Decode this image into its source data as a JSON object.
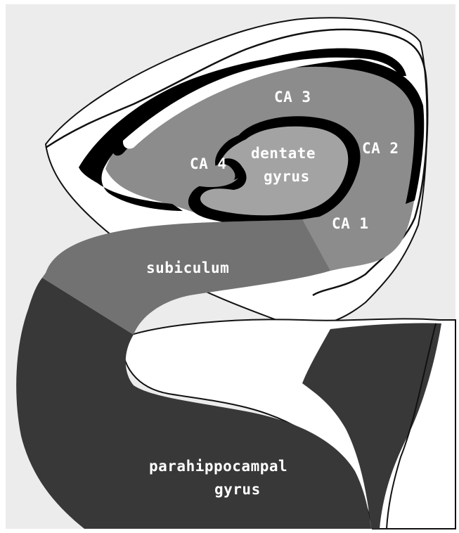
{
  "labels": {
    "ca3": "CA 3",
    "ca2": "CA 2",
    "ca4": "CA 4",
    "dentate_line1": "dentate",
    "dentate_line2": "gyrus",
    "ca1": "CA 1",
    "subiculum": "subiculum",
    "parahippocampal_line1": "parahippocampal",
    "parahippocampal_line2": "gyrus"
  },
  "colors": {
    "background_tissue": "#ececec",
    "cornu_ammonis": "#8c8c8c",
    "dentate_gyrus": "#a3a3a3",
    "subiculum": "#727272",
    "parahippocampal": "#383838",
    "cell_layer": "#000000",
    "label_text": "#ffffff"
  }
}
